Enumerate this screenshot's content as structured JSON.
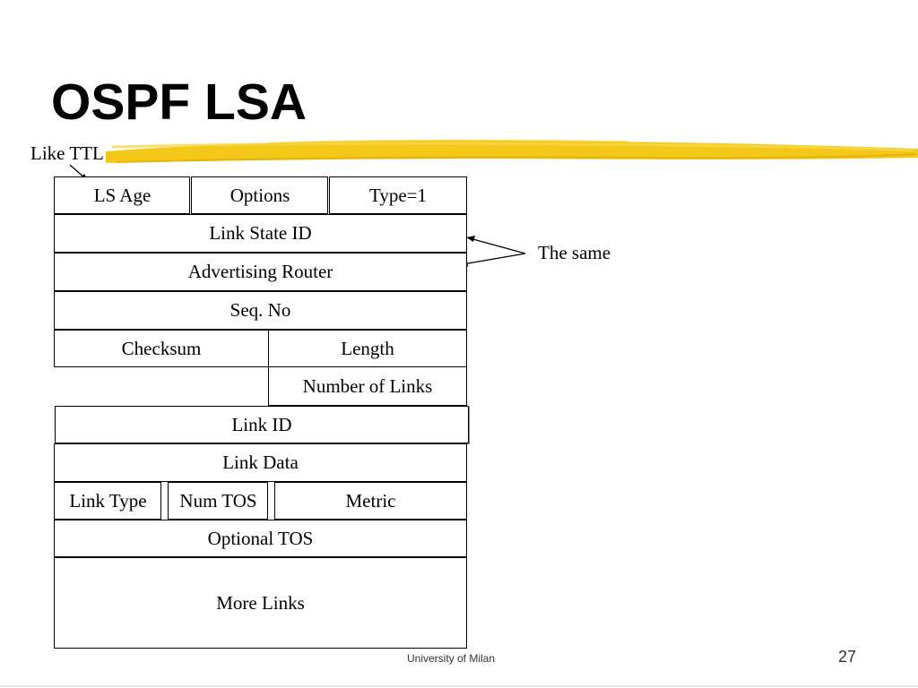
{
  "slide": {
    "title": "OSPF LSA",
    "accent_color": "#f2c200",
    "page_number": "27",
    "footer": "University of Milan"
  },
  "annotations": {
    "like_ttl": "Like TTL",
    "the_same": "The same"
  },
  "lsa_fields": {
    "ls_age": "LS Age",
    "options": "Options",
    "type": "Type=1",
    "link_state_id": "Link State ID",
    "advertising_router": "Advertising Router",
    "seq_no": "Seq. No",
    "checksum": "Checksum",
    "length": "Length",
    "number_of_links": "Number of Links",
    "link_id": "Link ID",
    "link_data": "Link Data",
    "link_type": "Link Type",
    "num_tos": "Num TOS",
    "metric": "Metric",
    "optional_tos": "Optional TOS",
    "more_links": "More Links"
  }
}
